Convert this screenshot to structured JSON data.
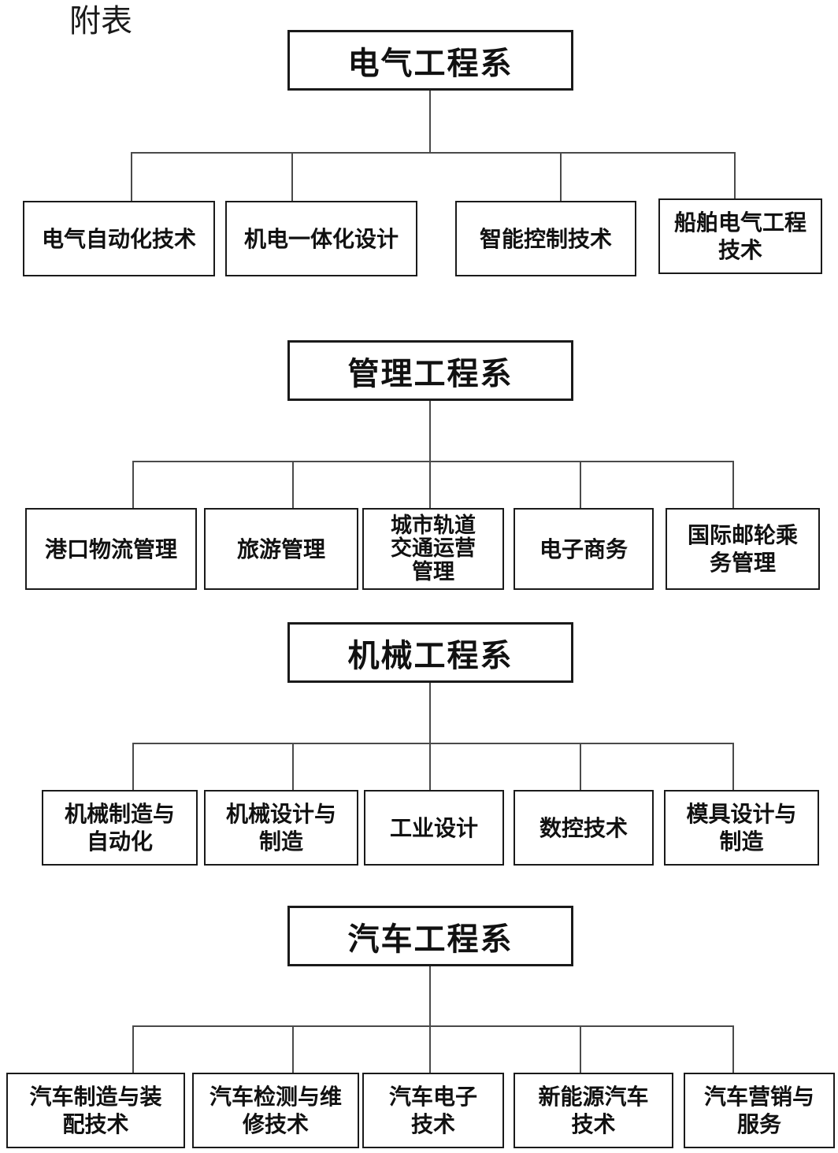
{
  "page_label": "附表",
  "colors": {
    "background": "#ffffff",
    "box_border": "#1a1a1a",
    "text": "#111111",
    "connector": "#4a4a4a"
  },
  "trees": [
    {
      "root": "电气工程系",
      "children": [
        "电气自动化技术",
        "机电一体化设计",
        "智能控制技术",
        "船舶电气工程\n技术"
      ]
    },
    {
      "root": "管理工程系",
      "children": [
        "港口物流管理",
        "旅游管理",
        "城市轨道\n交通运营\n管理",
        "电子商务",
        "国际邮轮乘\n务管理"
      ]
    },
    {
      "root": "机械工程系",
      "children": [
        "机械制造与\n自动化",
        "机械设计与\n制造",
        "工业设计",
        "数控技术",
        "模具设计与\n制造"
      ]
    },
    {
      "root": "汽车工程系",
      "children": [
        "汽车制造与装\n配技术",
        "汽车检测与维\n修技术",
        "汽车电子\n技术",
        "新能源汽车\n技术",
        "汽车营销与\n服务"
      ]
    }
  ]
}
